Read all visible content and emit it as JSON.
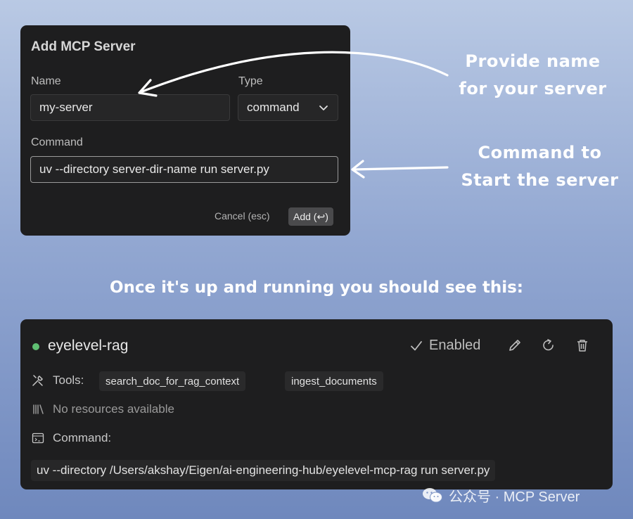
{
  "dialog": {
    "title": "Add MCP Server",
    "name_label": "Name",
    "name_value": "my-server",
    "type_label": "Type",
    "type_value": "command",
    "command_label": "Command",
    "command_value": "uv --directory server-dir-name run server.py",
    "cancel_label": "Cancel (esc)",
    "add_label": "Add (↩)"
  },
  "annotations": {
    "name_note_line1": "Provide name",
    "name_note_line2": "for your server",
    "command_note_line1": "Command to",
    "command_note_line2": "Start the server",
    "headline": "Once it's up and running you should see this:"
  },
  "server_card": {
    "name": "eyelevel-rag",
    "status_color": "#5fbf72",
    "enabled_label": "Enabled",
    "tools_label": "Tools:",
    "tools": [
      "search_doc_for_rag_context",
      "ingest_documents"
    ],
    "resources_label": "No resources available",
    "command_label": "Command:",
    "command_value": "uv --directory /Users/akshay/Eigen/ai-engineering-hub/eyelevel-mcp-rag run server.py",
    "icons": [
      "check-icon",
      "pencil-icon",
      "refresh-icon",
      "trash-icon",
      "tools-icon",
      "library-icon",
      "terminal-icon"
    ]
  },
  "watermark": {
    "text": "公众号 · MCP Server"
  }
}
